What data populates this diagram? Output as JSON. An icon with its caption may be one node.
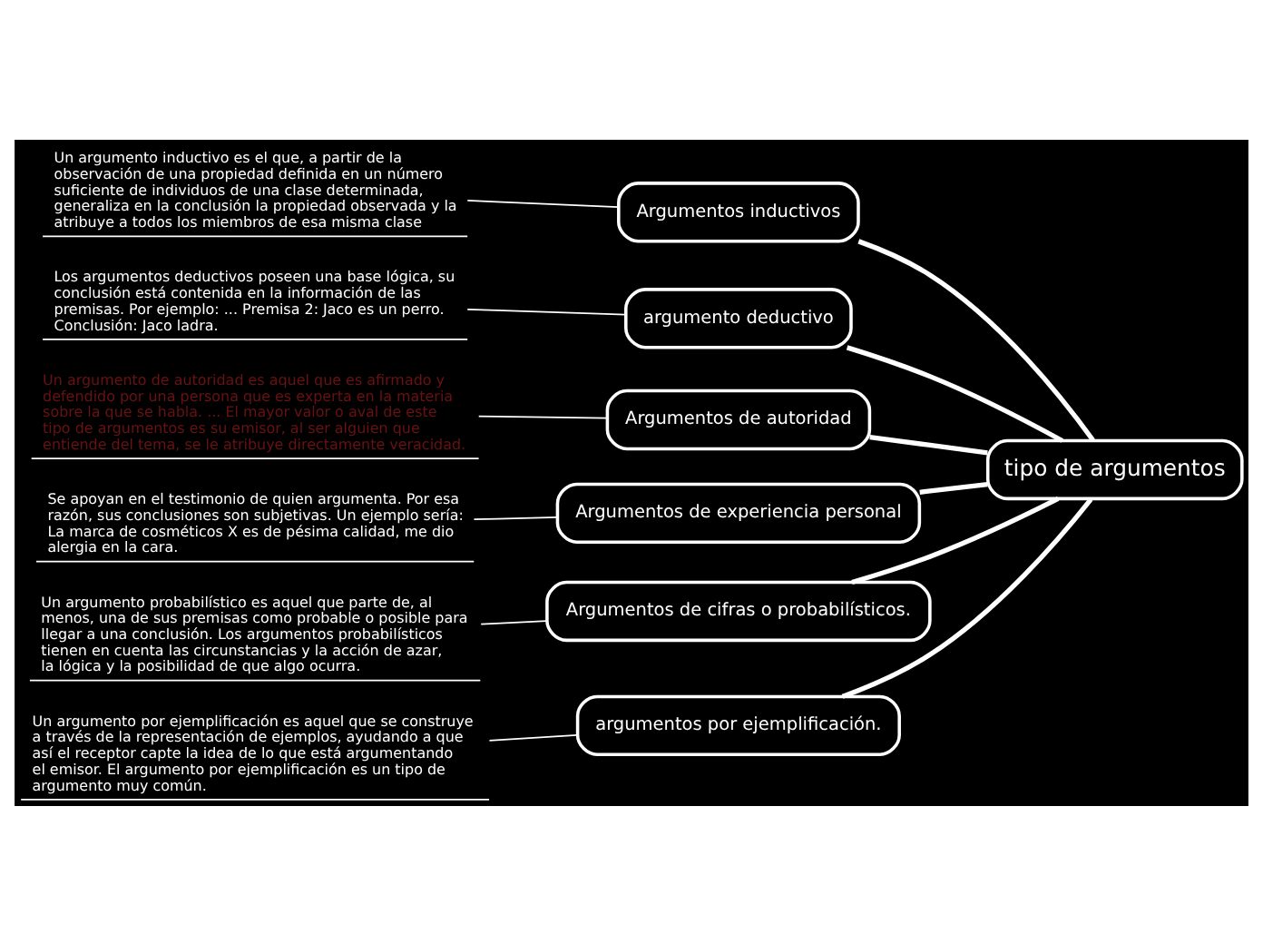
{
  "diagram": {
    "nodes": [
      {
        "text": [
          "tipo de argumentos"
        ]
      },
      {
        "text": [
          "Argumentos inductivos"
        ]
      },
      {
        "text": [
          "Un argumento inductivo es el que, a partir de la observación de una propiedad definida en un número suficiente de individuos de una clase determinada, generaliza en la conclusión la propiedad observada y la atribuye a todos los miembros de esa misma clase"
        ]
      },
      {
        "text": [
          "argumento deductivo"
        ]
      },
      {
        "text": [
          "Los argumentos deductivos poseen una base lógica, su conclusión está contenida en la información de las premisas. Por ejemplo: ... Premisa 2: Jaco es un perro. Conclusión: Jaco ladra."
        ]
      },
      {
        "text": [
          "Argumentos de autoridad"
        ]
      },
      {
        "text": [
          "Un argumento de autoridad es aquel que es afirmado y defendido por una persona que es experta en la materia sobre la que se habla. ... El mayor valor o aval de este tipo de argumentos es su emisor, al ser alguien que entiende del tema, se le atribuye directamente veracidad."
        ]
      },
      {
        "text": [
          "Argumentos de experiencia personal"
        ]
      },
      {
        "text": [
          "Se apoyan en el testimonio de quien argumenta. Por esa razón, sus conclusiones son subjetivas. Un ejemplo sería: La marca de cosméticos X es de pésima calidad, me dio alergia en la cara."
        ]
      },
      {
        "text": [
          "Argumentos de cifras o probabilísticos."
        ]
      },
      {
        "text": [
          "Un argumento probabilístico es aquel que parte de, al menos, una de sus premisas como probable o posible para llegar a una conclusión. Los argumentos probabilísticos tienen en cuenta las circunstancias y la acción de azar, la lógica y la posibilidad de que algo ocurra."
        ]
      },
      {
        "text": [
          "argumentos por ejemplificación."
        ]
      },
      {
        "text": [
          "Un argumento por ejemplificación es aquel que se construye a través de la representación de ejemplos, ayudando a que así el receptor capte la idea de lo que está argumentando el emisor. El argumento por ejemplificación es un tipo de argumento muy común."
        ]
      }
    ],
    "edges": [
      {
        "from": 0,
        "to": 1,
        "arrow": "none",
        "style": "thick"
      },
      {
        "from": 1,
        "to": 2,
        "arrow": "none"
      },
      {
        "from": 0,
        "to": 3,
        "arrow": "none",
        "style": "thick"
      },
      {
        "from": 3,
        "to": 4,
        "arrow": "none"
      },
      {
        "from": 0,
        "to": 5,
        "arrow": "none",
        "style": "thick"
      },
      {
        "from": 5,
        "to": 6,
        "arrow": "none"
      },
      {
        "from": 0,
        "to": 7,
        "arrow": "none",
        "style": "thick"
      },
      {
        "from": 7,
        "to": 8,
        "arrow": "none"
      },
      {
        "from": 0,
        "to": 9,
        "arrow": "none",
        "style": "thick"
      },
      {
        "from": 9,
        "to": 10,
        "arrow": "none"
      },
      {
        "from": 0,
        "to": 11,
        "arrow": "none",
        "style": "thick"
      },
      {
        "from": 11,
        "to": 12,
        "arrow": "none"
      }
    ]
  }
}
